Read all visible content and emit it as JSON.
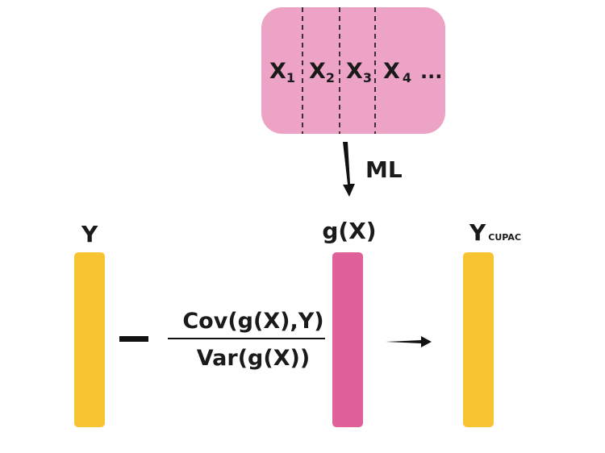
{
  "features": {
    "items": [
      {
        "base": "X",
        "sub": "1"
      },
      {
        "base": "X",
        "sub": "2"
      },
      {
        "base": "X",
        "sub": "3"
      },
      {
        "base": "X",
        "sub": "4"
      }
    ],
    "ellipsis": "..."
  },
  "ml_label": "ML",
  "columns": {
    "y": "Y",
    "gx": "g(X)",
    "ycupac_base": "Y",
    "ycupac_sub": "CUPAC"
  },
  "formula": {
    "minus": "−",
    "numerator": "Cov(g(X),Y)",
    "denominator": "Var(g(X))"
  },
  "colors": {
    "feature_box": "#eda3c6",
    "y_bar": "#f8c431",
    "gx_bar": "#e06199",
    "ink": "#1a1a1a"
  }
}
